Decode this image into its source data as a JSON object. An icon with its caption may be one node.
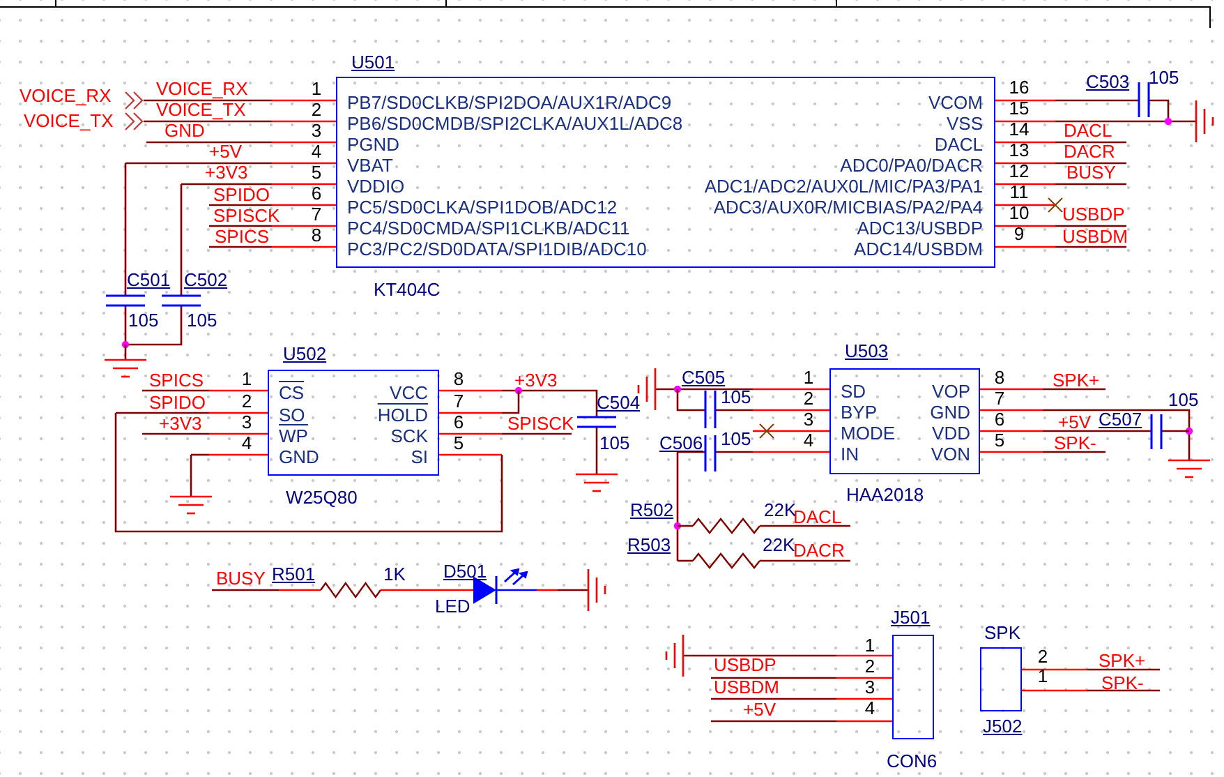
{
  "diagram": {
    "nodes": [
      {
        "text": [
          "U501",
          "PB7/SD0CLKB/SPI2DOA/AUX1R/ADC9",
          "PB6/SD0CMDB/SPI2CLKA/AUX1L/ADC8",
          "PGND",
          "VBAT",
          "VDDIO",
          "PC5/SD0CLKA/SPI1DOB/ADC12",
          "PC4/SD0CMDA/SPI1CLKB/ADC11",
          "PC3/PC2/SD0DATA/SPI1DIB/ADC10",
          "VCOM",
          "VSS",
          "DACL",
          "ADC0/PA0/DACR",
          "ADC1/ADC2/AUX0L/MIC/PA3/PA1",
          "ADC3/AUX0R/MICBIAS/PA2/PA4",
          "ADC13/USBDP",
          "ADC14/USBDM"
        ],
        "beside": [
          "KT404C"
        ]
      },
      {
        "text": [
          "U502",
          "CS",
          "SO",
          "WP",
          "GND",
          "VCC",
          "HOLD",
          "SCK",
          "SI"
        ],
        "beside": [
          "W25Q80"
        ]
      },
      {
        "text": [
          "U503",
          "SD",
          "BYP",
          "MODE",
          "IN",
          "VOP",
          "GND",
          "VDD",
          "VON"
        ],
        "beside": [
          "HAA2018"
        ]
      },
      {
        "text": [
          "J501"
        ],
        "beside": [
          "CON6"
        ]
      },
      {
        "text": [
          "SPK"
        ],
        "beside": [
          "J502"
        ]
      }
    ],
    "labels": [
      "VOICE_RX",
      "VOICE_TX",
      "VOICE_RX",
      "VOICE_TX",
      "GND",
      "+5V",
      "+3V3",
      "SPIDO",
      "SPISCK",
      "SPICS",
      "1",
      "2",
      "3",
      "4",
      "5",
      "6",
      "7",
      "8",
      "C501",
      "105",
      "C502",
      "105",
      "C503",
      "105",
      "16",
      "15",
      "14",
      "13",
      "12",
      "11",
      "10",
      "9",
      "DACL",
      "DACR",
      "BUSY",
      "USBDP",
      "USBDM",
      "SPICS",
      "SPIDO",
      "+3V3",
      "1",
      "2",
      "3",
      "4",
      "8",
      "7",
      "6",
      "5",
      "+3V3",
      "SPISCK",
      "C504",
      "105",
      "1",
      "2",
      "3",
      "4",
      "C505",
      "105",
      "C506",
      "105",
      "8",
      "7",
      "6",
      "5",
      "SPK+",
      "+5V",
      "C507",
      "105",
      "SPK-",
      "R502",
      "22K",
      "DACL",
      "R503",
      "22K",
      "DACR",
      "BUSY",
      "R501",
      "1K",
      "D501",
      "LED",
      "1",
      "2",
      "3",
      "4",
      "USBDP",
      "USBDM",
      "+5V",
      "2",
      "1",
      "SPK+",
      "SPK-"
    ]
  }
}
